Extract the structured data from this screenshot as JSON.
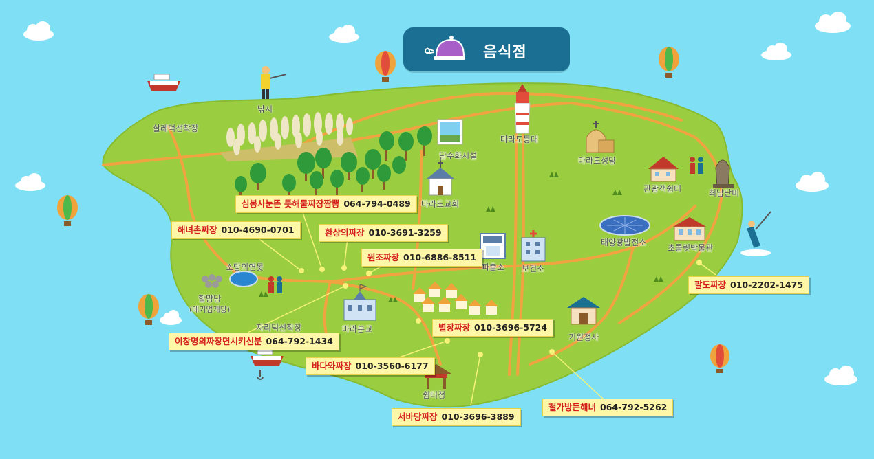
{
  "header": {
    "title": "음식점",
    "icon": "food-cloche-icon",
    "color": "#1b6f93"
  },
  "colors": {
    "sea": "#7fe0f5",
    "land": "#9acd3f",
    "road": "#f2a341",
    "label_bg": "#fff7a8",
    "label_name": "#d42020"
  },
  "places": [
    {
      "name": "낚시",
      "icon": "fisherman-icon"
    },
    {
      "name": "살레덕선착장",
      "icon": "pier-icon"
    },
    {
      "name": "마라도등대",
      "icon": "lighthouse-icon"
    },
    {
      "name": "담수화시설",
      "icon": "desalination-icon"
    },
    {
      "name": "마라도성당",
      "icon": "cathedral-icon"
    },
    {
      "name": "관광객쉼터",
      "icon": "rest-house-icon"
    },
    {
      "name": "최남단비",
      "icon": "monument-stone-icon"
    },
    {
      "name": "마라도교회",
      "icon": "church-icon"
    },
    {
      "name": "태양광발전소",
      "icon": "solar-panel-icon"
    },
    {
      "name": "초콜릿박물관",
      "icon": "museum-icon"
    },
    {
      "name": "소망의연못",
      "icon": "pond-icon"
    },
    {
      "name": "할망당",
      "icon": "shrine-stones-icon"
    },
    {
      "name": "(애기업개당)",
      "icon": ""
    },
    {
      "name": "파출소",
      "icon": "police-box-icon"
    },
    {
      "name": "보건소",
      "icon": "clinic-icon"
    },
    {
      "name": "자리덕선착장",
      "icon": "pier-icon"
    },
    {
      "name": "마라분교",
      "icon": "school-icon"
    },
    {
      "name": "기원정사",
      "icon": "temple-icon"
    },
    {
      "name": "쉼터정",
      "icon": "pavilion-icon"
    }
  ],
  "restaurants": [
    {
      "name": "심봉사눈뜬 톳해물짜장짬뽕",
      "phone": "064-794-0489"
    },
    {
      "name": "해녀촌짜장",
      "phone": "010-4690-0701"
    },
    {
      "name": "환상의짜장",
      "phone": "010-3691-3259"
    },
    {
      "name": "원조짜장",
      "phone": "010-6886-8511"
    },
    {
      "name": "팔도짜장",
      "phone": "010-2202-1475"
    },
    {
      "name": "별장짜장",
      "phone": "010-3696-5724"
    },
    {
      "name": "이창명의짜장면시키신분",
      "phone": "064-792-1434"
    },
    {
      "name": "바다와짜장",
      "phone": "010-3560-6177"
    },
    {
      "name": "서바당짜장",
      "phone": "010-3696-3889"
    },
    {
      "name": "철가방든해녀",
      "phone": "064-792-5262"
    }
  ]
}
